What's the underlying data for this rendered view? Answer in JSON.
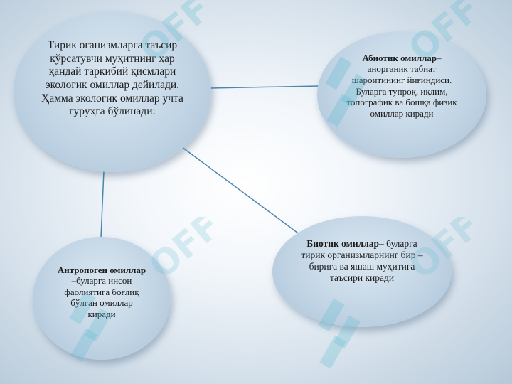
{
  "diagram": {
    "main": {
      "text": "Тирик оганизмларга таъсир кўрсатувчи муҳитнинг ҳар қандай таркибий қисмлари экологик омиллар дейилади. Ҳамма экологик омиллар учта гуруҳга бўлинади:"
    },
    "abiotic": {
      "title": "Абиотик омиллар",
      "body": "– анорганик табиат шароитининг йиғиндиси. Буларга тупроқ, иқлим, топографик ва бошқа физик омиллар киради"
    },
    "biotic": {
      "title": "Биотик омиллар",
      "body": "– буларга тирик организмларнинг бир – бирига ва яшаш муҳитига таъсири киради"
    },
    "anthropogenic": {
      "title": "Антропоген омиллар –",
      "body": "буларга инсон фаолиятига боғлиқ бўлган омиллар киради"
    }
  },
  "watermark": {
    "text": "OFF",
    "color": "#5fbad0"
  },
  "colors": {
    "connector": "#4d86ac",
    "ellipse_fill": "#c2d5e5"
  }
}
